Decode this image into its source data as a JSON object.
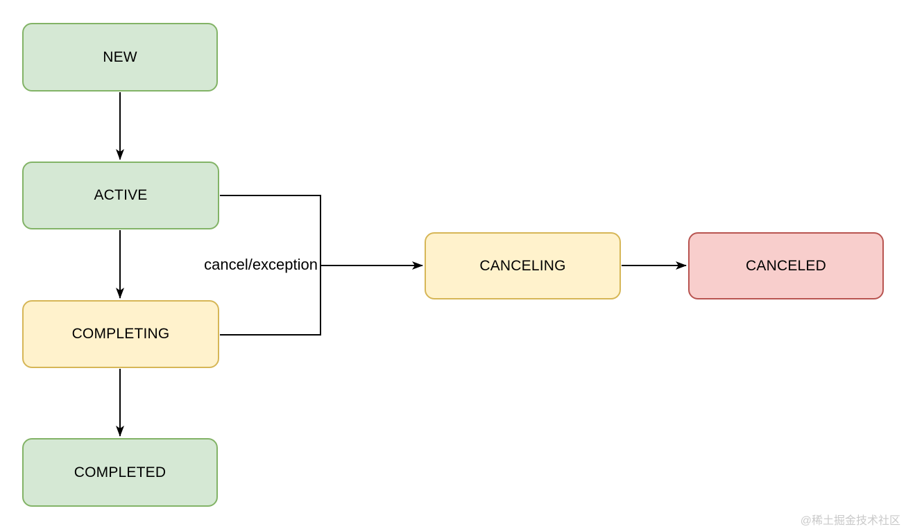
{
  "diagram": {
    "type": "flowchart",
    "nodes": [
      {
        "id": "new",
        "label": "NEW",
        "style": "green"
      },
      {
        "id": "active",
        "label": "ACTIVE",
        "style": "green"
      },
      {
        "id": "completing",
        "label": "COMPLETING",
        "style": "yellow"
      },
      {
        "id": "completed",
        "label": "COMPLETED",
        "style": "green"
      },
      {
        "id": "canceling",
        "label": "CANCELING",
        "style": "yellow"
      },
      {
        "id": "canceled",
        "label": "CANCELED",
        "style": "red"
      }
    ],
    "edges": [
      {
        "from": "NEW",
        "to": "ACTIVE",
        "label": ""
      },
      {
        "from": "ACTIVE",
        "to": "COMPLETING",
        "label": ""
      },
      {
        "from": "COMPLETING",
        "to": "COMPLETED",
        "label": ""
      },
      {
        "from": [
          "ACTIVE",
          "COMPLETING"
        ],
        "to": "CANCELING",
        "label": "cancel/exception"
      },
      {
        "from": "CANCELING",
        "to": "CANCELED",
        "label": ""
      }
    ],
    "colors": {
      "green_fill": "#d5e8d4",
      "green_border": "#82b366",
      "yellow_fill": "#fff2cc",
      "yellow_border": "#d6b656",
      "red_fill": "#f8cecc",
      "red_border": "#b85450",
      "edge_line": "#000000",
      "text": "#000000"
    }
  },
  "watermark": {
    "text": "@稀土掘金技术社区"
  }
}
